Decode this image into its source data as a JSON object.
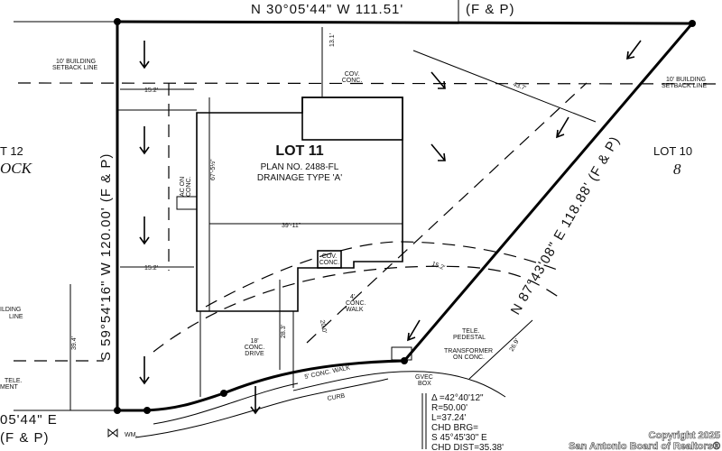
{
  "lot": {
    "title": "LOT 11",
    "plan": "PLAN NO. 2488-FL",
    "drainage": "DRAINAGE TYPE 'A'"
  },
  "neighbors": {
    "left_lot": "T 12",
    "left_block": "OCK",
    "right_lot": "LOT 10",
    "right_block": "8"
  },
  "bearings": {
    "top": "N 30°05'44\" W 111.51'",
    "top_fp": "(F & P)",
    "left": "S 59°54'16\" W 120.00' (F & P)",
    "right": "N 87°43'08\" E 118.88' (F & P)",
    "bottom": "05'44\" E",
    "bottom_fp": "(F & P)"
  },
  "labels": {
    "setback_left_1": "10' BUILDING",
    "setback_left_2": "SETBACK LINE",
    "setback_right_1": "10' BUILDING",
    "setback_right_2": "SETBACK LINE",
    "cov_conc_1": "COV.",
    "cov_conc_2": "CONC.",
    "cov_conc_small_1": "COV.",
    "cov_conc_small_2": "CONC.",
    "ac_1": "AC ON",
    "ac_2": "CONC.",
    "walk4_1": "4'",
    "walk4_2": "CONC.",
    "walk4_3": "WALK",
    "drive_1": "18'",
    "drive_2": "CONC.",
    "drive_3": "DRIVE",
    "tele_ped_1": "TELE.",
    "tele_ped_2": "PEDESTAL",
    "transformer_1": "TRANSFORMER",
    "transformer_2": "ON CONC.",
    "gvec_1": "GVEC",
    "gvec_2": "BOX",
    "walk5": "5' CONC. WALK",
    "curb": "CURB",
    "bldg_line_1": "ILDING",
    "bldg_line_2": "LINE",
    "tele_ease_1": "TELE.",
    "tele_ease_2": "MENT",
    "wm": "WM."
  },
  "dimensions": {
    "d13_1": "13.1'",
    "d15_2_top": "15.2'",
    "d15_2_bottom": "15.2'",
    "d43_7": "43.7'",
    "d67": "67'-5½\"",
    "d39_11": "39'-11\"",
    "d15_2_right": "15.2'",
    "d39_4": "39.4'",
    "d28_3": "28.3'",
    "d20_0": "20.0'",
    "d26_9": "26.9'"
  },
  "curve": {
    "delta": "Δ =42°40'12\"",
    "radius": "R=50.00'",
    "length": "L=37.24'",
    "chd_brg_label": "CHD BRG=",
    "chd_brg": "S 45°45'30\" E",
    "chd_dist": "CHD DIST=35.38'"
  },
  "watermark": {
    "line1": "Copyright 2025",
    "line2": "San Antonio Board of Realtors®"
  }
}
